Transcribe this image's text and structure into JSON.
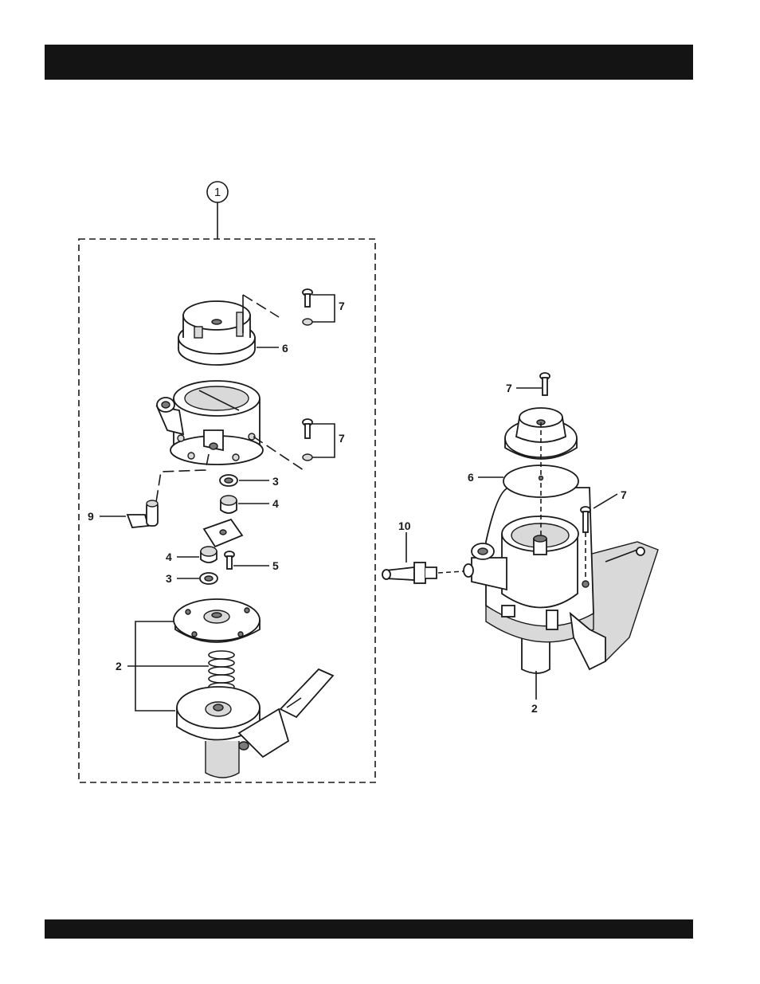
{
  "header": {
    "title": ""
  },
  "footer": {
    "text": ""
  },
  "assembly_callout": {
    "label": "1"
  },
  "left_view": {
    "labels": {
      "screw_7_upper": "7",
      "cover_6": "6",
      "screw_7_middle": "7",
      "retainer_3_upper": "3",
      "valve_4_upper": "4",
      "bolt_9": "9",
      "valve_4_lower": "4",
      "screw_5": "5",
      "retainer_3_lower": "3",
      "pump_2": "2"
    }
  },
  "right_view": {
    "labels": {
      "screw_7_top": "7",
      "cover_6": "6",
      "screw_7_side": "7",
      "fitting_10": "10",
      "pump_2": "2"
    }
  }
}
